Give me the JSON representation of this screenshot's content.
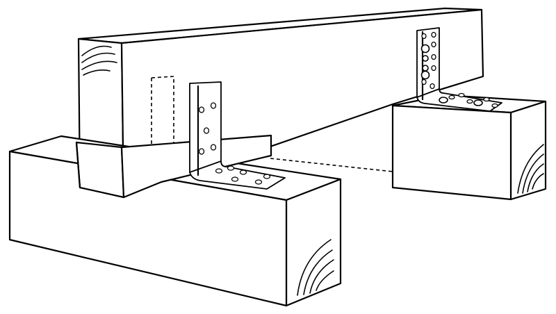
{
  "figure": {
    "subject": "angle-bracket-beam-to-post-connection",
    "stroke_color": "#000000",
    "background_color": "#ffffff"
  },
  "parts": [
    {
      "part": "upper-beam"
    },
    {
      "part": "front-bearer-block"
    },
    {
      "part": "rear-bearer-block"
    },
    {
      "part": "front-angle-bracket",
      "fasteners": "screws"
    },
    {
      "part": "rear-angle-bracket",
      "fasteners": "bolts"
    }
  ],
  "annotations": []
}
